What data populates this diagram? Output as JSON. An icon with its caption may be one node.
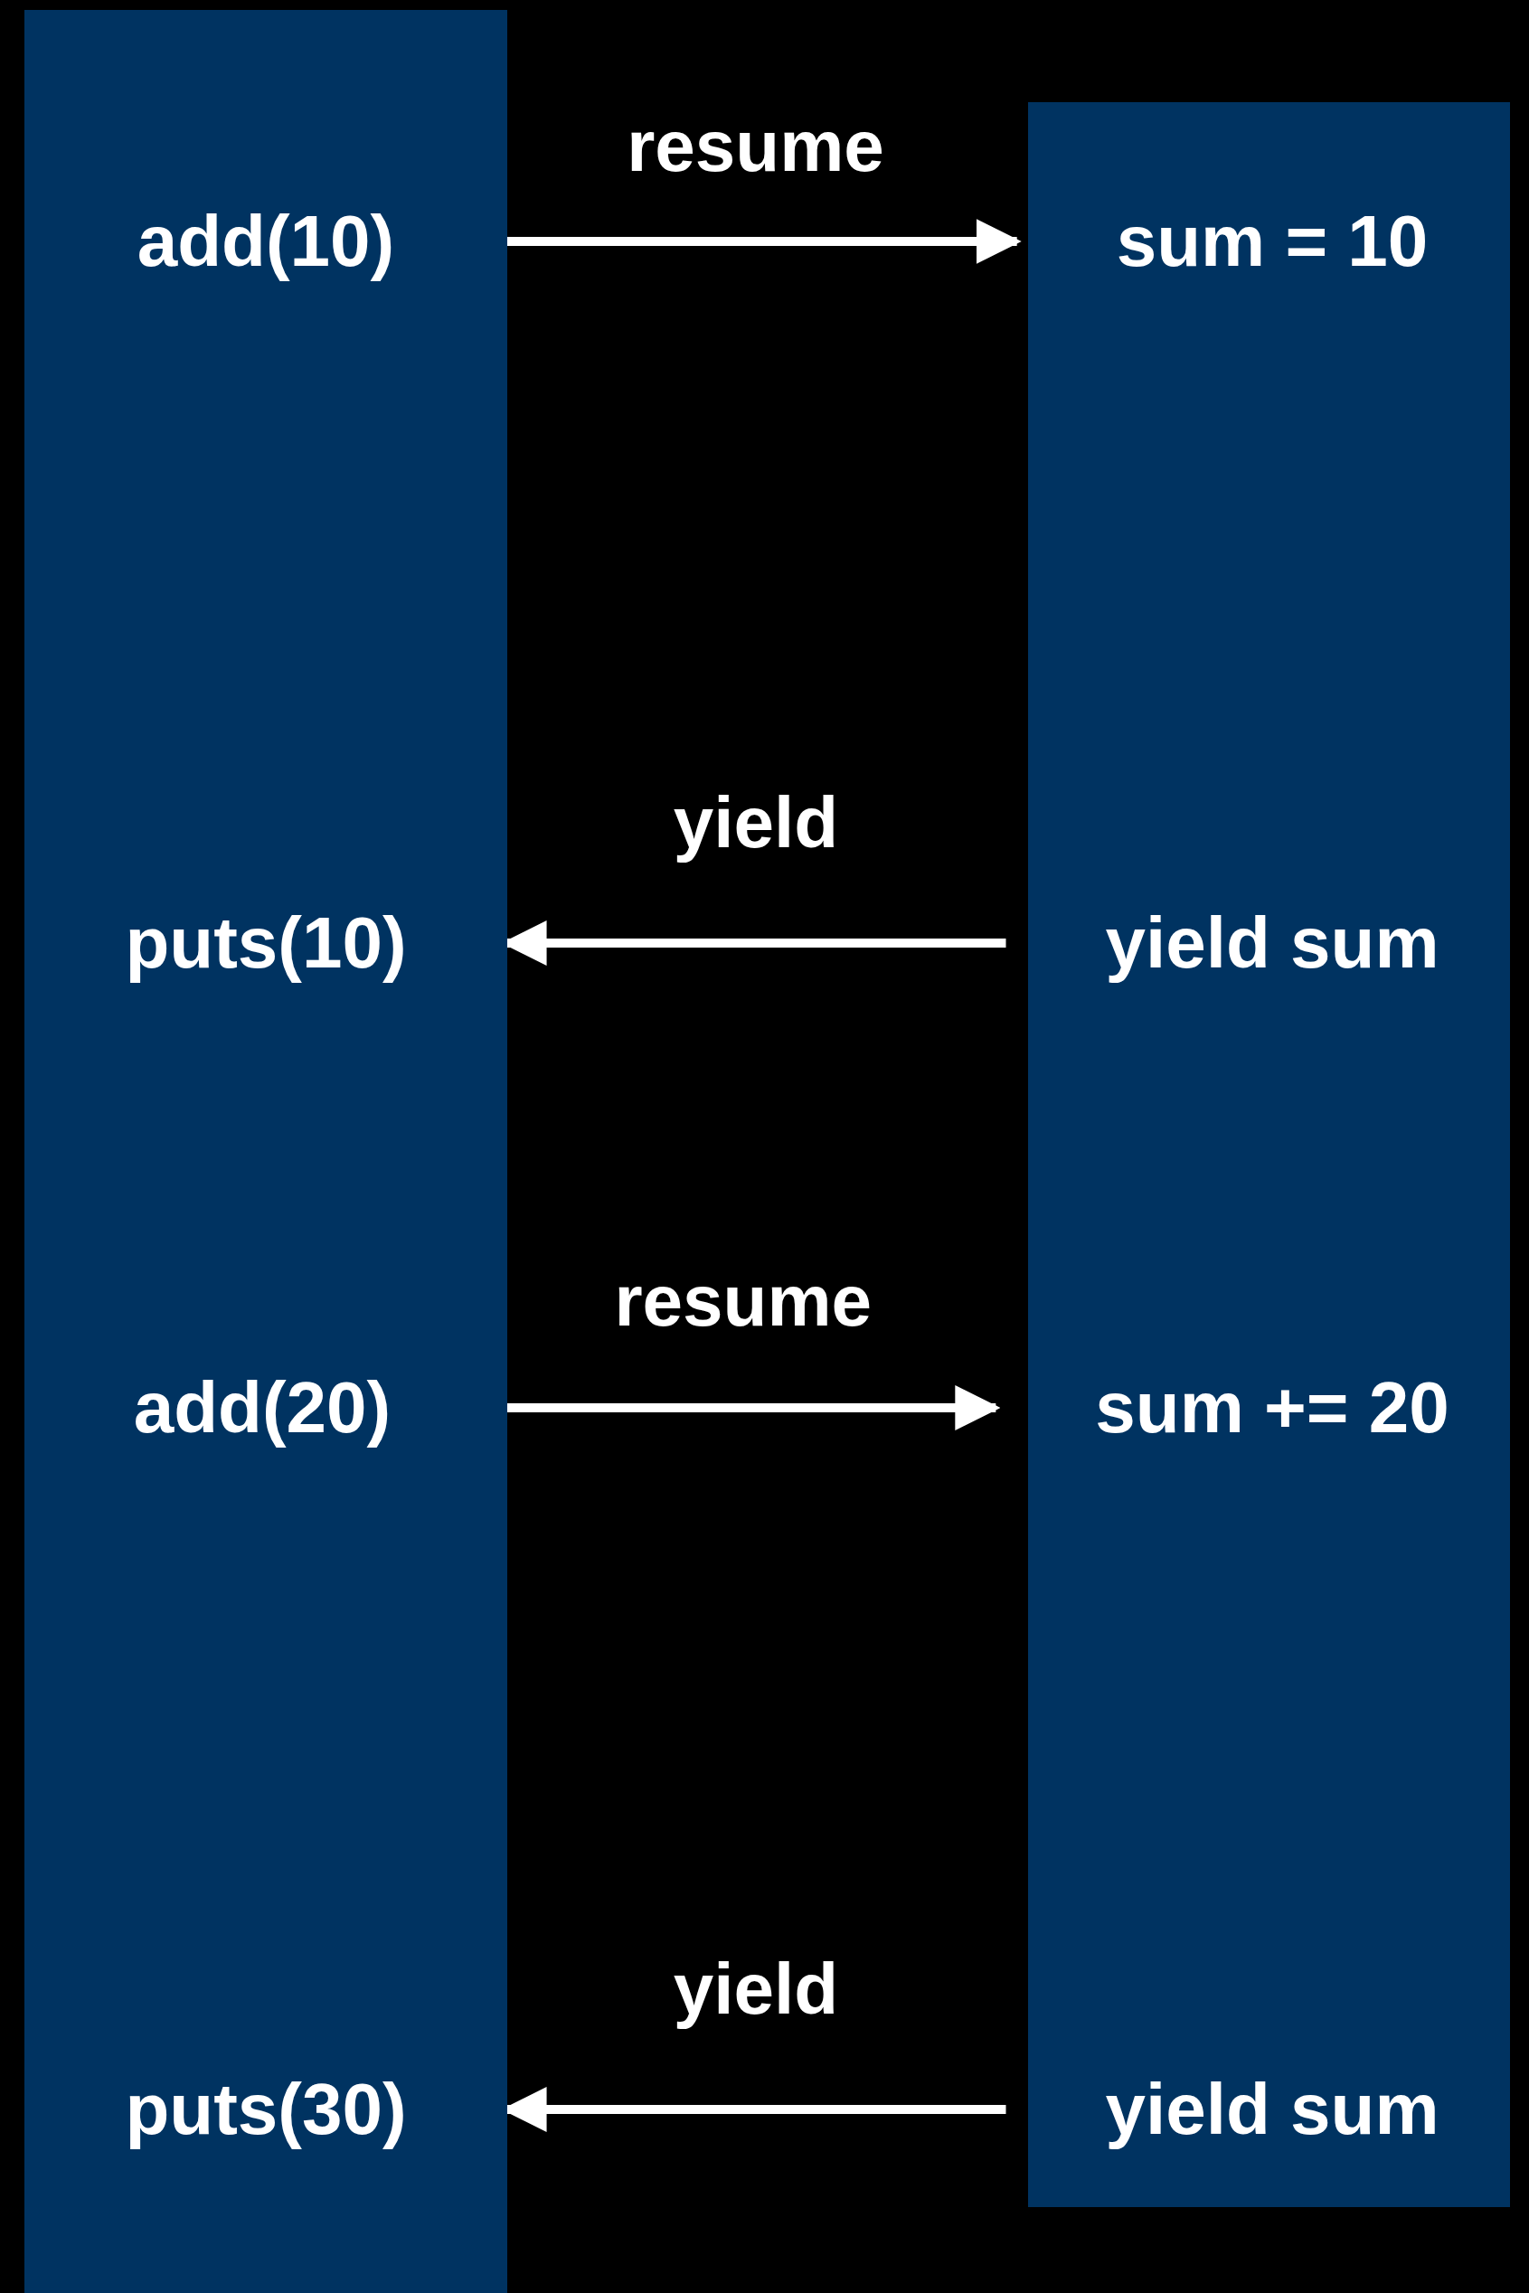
{
  "diagram": {
    "nodes": [
      {
        "text": [],
        "shape": "bar"
      },
      {
        "text": [
          "add(10)"
        ],
        "in": 0
      },
      {
        "text": [
          "puts(10)"
        ],
        "in": 0
      },
      {
        "text": [
          "add(20)"
        ],
        "in": 0
      },
      {
        "text": [
          "puts(30)"
        ],
        "in": 0
      },
      {
        "text": [],
        "shape": "bar"
      },
      {
        "text": [
          "sum = 10"
        ],
        "in": 5
      },
      {
        "text": [
          "yield sum"
        ],
        "in": 5
      },
      {
        "text": [
          "sum += 20"
        ],
        "in": 5
      },
      {
        "text": [
          "yield sum"
        ],
        "in": 5
      }
    ],
    "edges": [
      {
        "from": 1,
        "to": 6,
        "arrow": "to",
        "label": "resume"
      },
      {
        "from": 7,
        "to": 2,
        "arrow": "to",
        "label": "yield"
      },
      {
        "from": 3,
        "to": 8,
        "arrow": "to",
        "label": "resume"
      },
      {
        "from": 9,
        "to": 4,
        "arrow": "to",
        "label": "yield"
      }
    ]
  }
}
